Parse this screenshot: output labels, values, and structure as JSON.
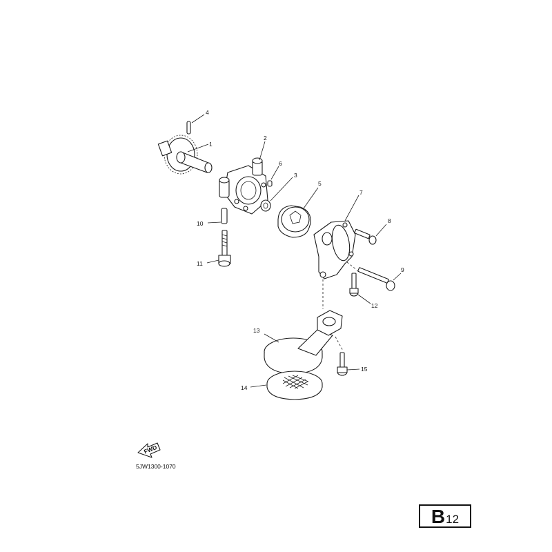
{
  "callouts": [
    "1",
    "2",
    "3",
    "4",
    "5",
    "6",
    "7",
    "8",
    "9",
    "10",
    "11",
    "12",
    "13",
    "14",
    "15"
  ],
  "fwd_label": "FWD",
  "diagram_code": "5JW1300-1070",
  "page_badge": {
    "letter": "B",
    "number": "12"
  }
}
